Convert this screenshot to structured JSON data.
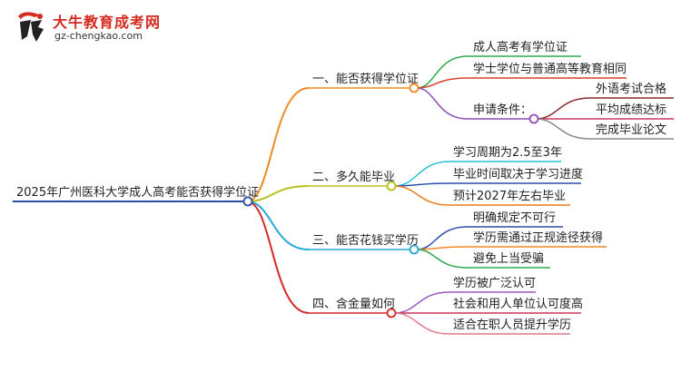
{
  "logo": {
    "title": "大牛教育成考网",
    "url": "gz-chengkao.com"
  },
  "root": {
    "label": "2025年广州医科大学成人高考能否获得学位证"
  },
  "branches": [
    {
      "label": "一、能否获得学位证",
      "color": "#f08a24",
      "children": [
        {
          "label": "成人高考有学位证",
          "color": "#2ea84c"
        },
        {
          "label": "学士学位与普通高等教育相同",
          "color": "#d8432a"
        },
        {
          "label": "申请条件：",
          "color": "#8e4fb8",
          "children": [
            {
              "label": "外语考试合格",
              "color": "#8b2a2a"
            },
            {
              "label": "平均成绩达标",
              "color": "#c73a5c"
            },
            {
              "label": "完成毕业论文",
              "color": "#8a8a8a"
            }
          ]
        }
      ]
    },
    {
      "label": "二、多久能毕业",
      "color": "#b5c21a",
      "children": [
        {
          "label": "学习周期为2.5至3年",
          "color": "#27c0d8"
        },
        {
          "label": "毕业时间取决于学习进度",
          "color": "#2b4fa8"
        },
        {
          "label": "预计2027年左右毕业",
          "color": "#f07a1a"
        }
      ]
    },
    {
      "label": "三、能否花钱买学历",
      "color": "#27a9d8",
      "children": [
        {
          "label": "明确规定不可行",
          "color": "#2b4fa8"
        },
        {
          "label": "学历需通过正规途径获得",
          "color": "#f08a24"
        },
        {
          "label": "避免上当受骗",
          "color": "#2ea84c"
        }
      ]
    },
    {
      "label": "四、含金量如何",
      "color": "#d42a2a",
      "children": [
        {
          "label": "学历被广泛认可",
          "color": "#9b59c2"
        },
        {
          "label": "社会和用人单位认可度高",
          "color": "#c73a5c"
        },
        {
          "label": "适合在职人员提升学历",
          "color": "#e07a8a"
        }
      ]
    }
  ]
}
